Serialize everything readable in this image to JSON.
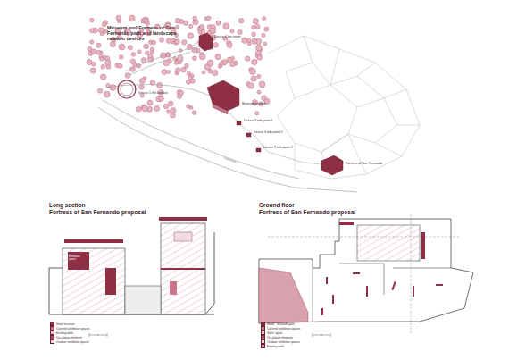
{
  "diagram": {
    "title": "Museum and Fortress of San Fernando path and landscape relation devices",
    "labels": [
      "Device 4 the tower",
      "Device 1 the lookout",
      "Museum/Institute",
      "Device 3 info point 1",
      "Device 3 info point 2",
      "Device 3 info point 3",
      "Fortress of San Fernando",
      "Carretera",
      "Exhibition space",
      "Long section",
      "Fortress of San Fernando proposal",
      "Ground floor",
      "Fortress of San Fernando proposal"
    ],
    "legend": [
      {
        "text": "Steel structure",
        "color": "#8e2f45"
      },
      {
        "text": "Covered exhibition spaces",
        "color": "#c9748a"
      },
      {
        "text": "Existing walls",
        "color": "#e9c3cd"
      },
      {
        "text": "Circulation elements",
        "color": "#b04a63"
      },
      {
        "text": "Outdoor exhibition spaces",
        "color": "#f3dbe1"
      },
      {
        "text": "Stone - museum path",
        "color": "#8e2f45"
      },
      {
        "text": "Covered exhibition spaces",
        "color": "#c9748a"
      },
      {
        "text": "Steel / glass",
        "color": "#e9c3cd"
      },
      {
        "text": "Circulation elements",
        "color": "#b04a63"
      },
      {
        "text": "Outdoor exhibition spaces",
        "color": "#f3dbe1"
      },
      {
        "text": "Existing walls",
        "color": "#d9a0b0"
      }
    ]
  }
}
